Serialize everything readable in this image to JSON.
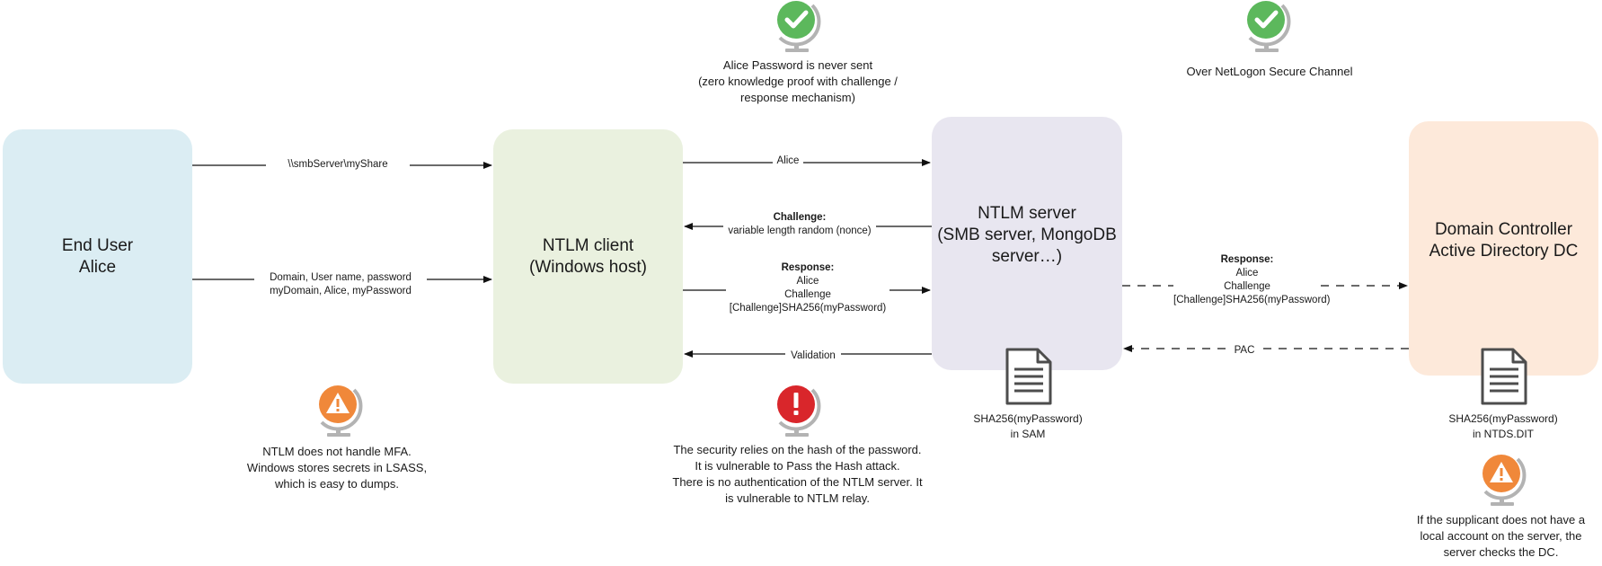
{
  "nodes": {
    "end_user": [
      "End User",
      "Alice"
    ],
    "ntlm_client": [
      "NTLM client",
      "(Windows host)"
    ],
    "ntlm_server": [
      "NTLM server",
      "(SMB server, MongoDB",
      "server…)"
    ],
    "domain_controller": [
      "Domain Controller",
      "Active Directory DC"
    ]
  },
  "edges": {
    "share": "\\\\smbServer\\myShare",
    "credentials": [
      "Domain, User name, password",
      "myDomain, Alice, myPassword"
    ],
    "alice": "Alice",
    "challenge": {
      "title": "Challenge:",
      "text": "variable length random (nonce)"
    },
    "response_client": {
      "title": "Response:",
      "lines": [
        "Alice",
        "Challenge",
        "[Challenge]SHA256(myPassword)"
      ]
    },
    "validation": "Validation",
    "response_dc": {
      "title": "Response:",
      "lines": [
        "Alice",
        "Challenge",
        "[Challenge]SHA256(myPassword)"
      ]
    },
    "pac": "PAC"
  },
  "documents": {
    "sam": [
      "SHA256(myPassword)",
      "in SAM"
    ],
    "ntds": [
      "SHA256(myPassword)",
      "in NTDS.DIT"
    ]
  },
  "notes": {
    "password_never_sent": [
      "Alice Password is never sent",
      "(zero knowledge proof with challenge /",
      "response mechanism)"
    ],
    "netlogon": [
      "Over NetLogon Secure Channel"
    ],
    "mfa": [
      "NTLM does not handle MFA.",
      "Windows stores secrets in LSASS,",
      "which is easy to dumps."
    ],
    "security": [
      "The security relies on the hash of the password.",
      "It is vulnerable to Pass the Hash attack.",
      "There is no authentication of the NTLM server. It",
      "is vulnerable to NTLM relay."
    ],
    "supplicant": [
      "If the supplicant does not have a",
      "local account on the server, the",
      "server checks the DC."
    ]
  },
  "icons": {
    "check_1": "check-globe-icon",
    "check_2": "check-globe-icon",
    "warning_1": "warning-globe-icon",
    "error": "error-globe-icon",
    "warning_2": "warning-globe-icon",
    "doc_sam": "document-icon",
    "doc_ntds": "document-icon"
  },
  "colors": {
    "end_user": "#dbedf3",
    "ntlm_client": "#eaf1df",
    "ntlm_server": "#e8e6f0",
    "domain_controller": "#fde9da",
    "check": "#5cb85c",
    "warning": "#f0883a",
    "error": "#d9262b",
    "globe": "#b3b3b3"
  }
}
